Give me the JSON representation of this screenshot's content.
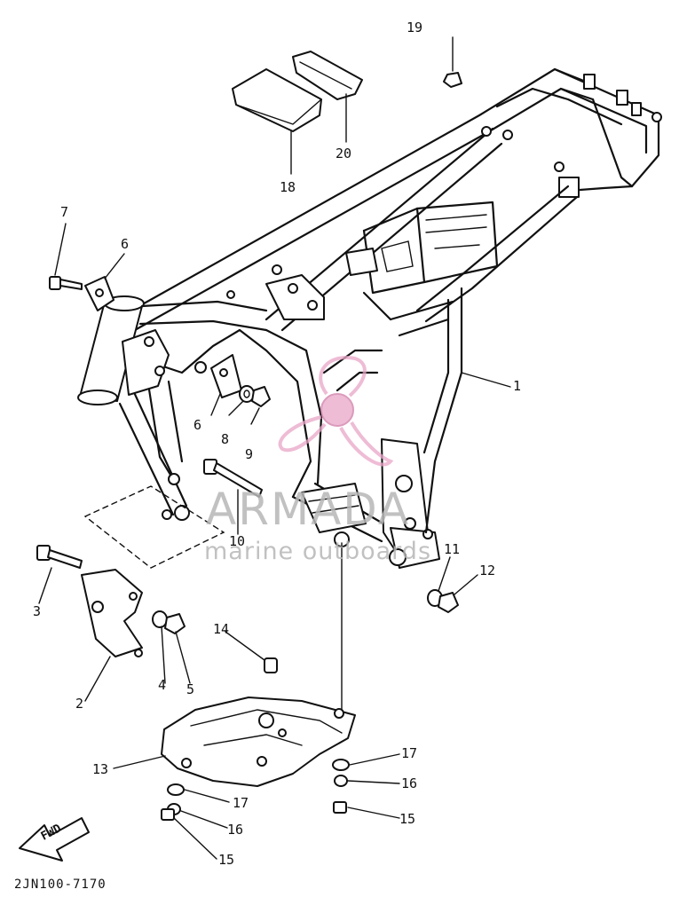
{
  "diagram": {
    "drawing_code": "2JN100-7170",
    "fwd_label": "FWD",
    "watermark": {
      "title": "ARMADA",
      "subtitle": "marine outboards"
    },
    "callouts": [
      {
        "id": "1",
        "label": "1"
      },
      {
        "id": "2",
        "label": "2"
      },
      {
        "id": "3",
        "label": "3"
      },
      {
        "id": "4",
        "label": "4"
      },
      {
        "id": "5",
        "label": "5"
      },
      {
        "id": "6a",
        "label": "6"
      },
      {
        "id": "6b",
        "label": "6"
      },
      {
        "id": "7",
        "label": "7"
      },
      {
        "id": "8",
        "label": "8"
      },
      {
        "id": "9",
        "label": "9"
      },
      {
        "id": "10",
        "label": "10"
      },
      {
        "id": "11",
        "label": "11"
      },
      {
        "id": "12",
        "label": "12"
      },
      {
        "id": "13",
        "label": "13"
      },
      {
        "id": "14",
        "label": "14"
      },
      {
        "id": "15a",
        "label": "15"
      },
      {
        "id": "15b",
        "label": "15"
      },
      {
        "id": "16a",
        "label": "16"
      },
      {
        "id": "16b",
        "label": "16"
      },
      {
        "id": "17a",
        "label": "17"
      },
      {
        "id": "17b",
        "label": "17"
      },
      {
        "id": "18",
        "label": "18"
      },
      {
        "id": "19",
        "label": "19"
      },
      {
        "id": "20",
        "label": "20"
      }
    ]
  }
}
